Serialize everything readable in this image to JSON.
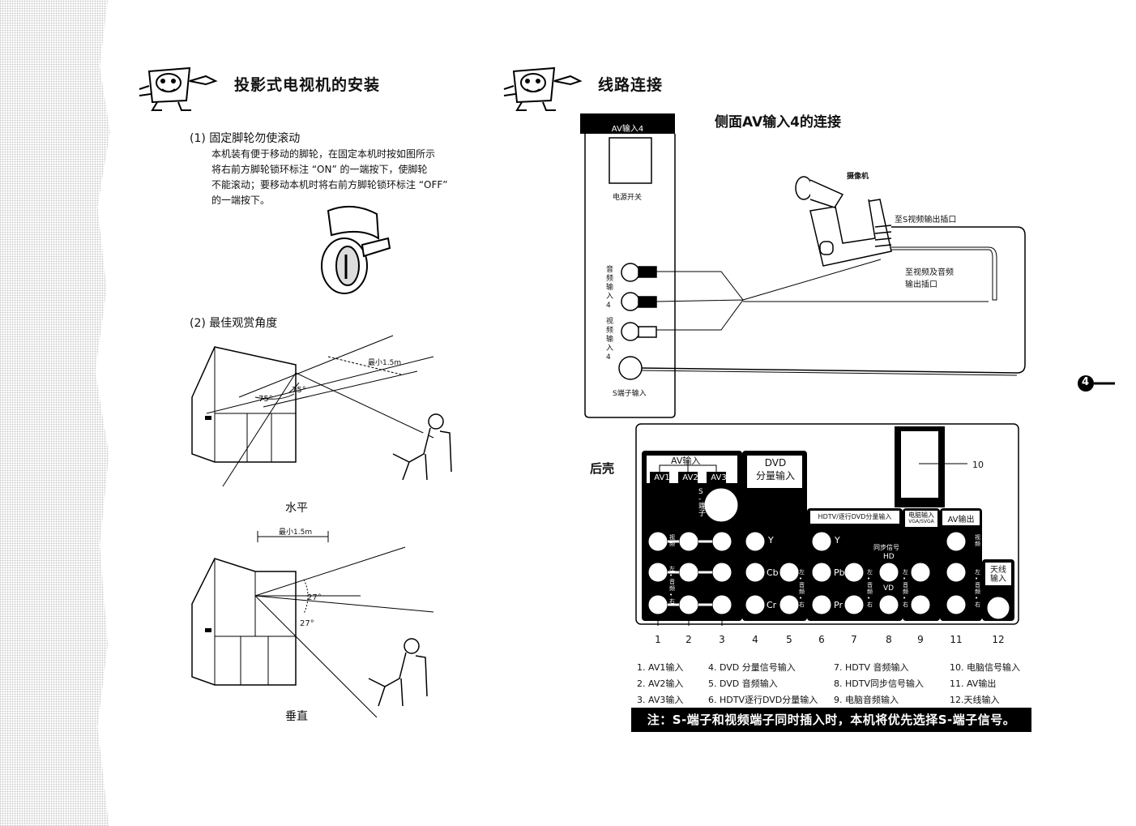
{
  "left": {
    "title": "投影式电视机的安装",
    "sec1_title": "(1)  固定脚轮勿使滚动",
    "sec1_lines": [
      "本机装有便于移动的脚轮，在固定本机时按如图所示",
      "将右前方脚轮锁环标注 “ON” 的一端按下，使脚轮",
      "不能滚动；要移动本机时将右前方脚轮锁环标注 “OFF”",
      "的一端按下。"
    ],
    "sec2_title": "(2)  最佳观赏角度",
    "horiz_min": "最小1.5m",
    "horiz_angle1": "75°",
    "horiz_angle2": "75°",
    "horiz_caption": "水平",
    "vert_min": "最小1.5m",
    "vert_angle1": "27°",
    "vert_angle2": "27°",
    "vert_caption": "垂直"
  },
  "right": {
    "title": "线路连接",
    "side_title": "侧面AV输入4的连接",
    "panel_header": "AV输入4",
    "power_switch": "电源开关",
    "audio_in4": "音频输入4",
    "video_in4": "视频输入4",
    "s_in": "S端子输入",
    "camcorder": "摄像机",
    "to_s_out": "至S视频输出插口",
    "to_av_out_1": "至视频及音频",
    "to_av_out_2": "输出插口",
    "rear_label": "后壳",
    "page_badge": "4",
    "panel": {
      "av_input": "AV输入",
      "av1": "AV1",
      "av2": "AV2",
      "av3": "AV3",
      "s_port": "S-端子",
      "dvd_1": "DVD",
      "dvd_2": "分量输入",
      "hdtv": "HDTV/逐行DVD分量输入",
      "pc_in_1": "电脑输入",
      "pc_in_2": "VGA/SVGA",
      "av_out": "AV输出",
      "antenna_1": "天线",
      "antenna_2": "输入",
      "video": "视频",
      "audio_lr": "左•音频•右",
      "y": "Y",
      "cb": "Cb",
      "cr": "Cr",
      "pb": "Pb",
      "pr": "Pr",
      "sync": "同步信号",
      "hd": "HD",
      "vd": "VD",
      "callout10": "10"
    },
    "numbers": [
      "1",
      "2",
      "3",
      "4",
      "5",
      "6",
      "7",
      "8",
      "9",
      "11",
      "12"
    ],
    "legend": [
      "1. AV1输入",
      "2. AV2输入",
      "3. AV3输入",
      "4. DVD 分量信号输入",
      "5. DVD 音频输入",
      "6. HDTV逐行DVD分量输入",
      "7. HDTV 音频输入",
      "8. HDTV同步信号输入",
      "9. 电脑音频输入",
      "10. 电脑信号输入",
      "11. AV输出",
      "12.天线输入"
    ],
    "note": "注：S-端子和视频端子同时插入时，本机将优先选择S-端子信号。"
  }
}
